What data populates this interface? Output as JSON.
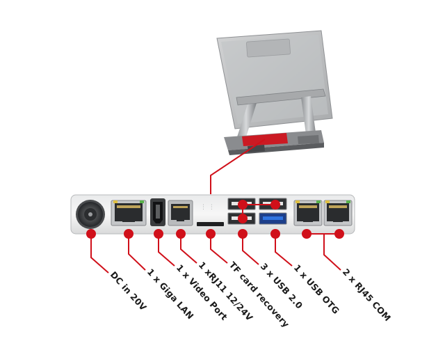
{
  "accent_color": "#d0101a",
  "labels": [
    {
      "key": "dc",
      "text": "DC in 20V"
    },
    {
      "key": "lan",
      "text": "1 x Giga LAN"
    },
    {
      "key": "video",
      "text": "1 x Video Port"
    },
    {
      "key": "rj11",
      "text": "1 xRJ11 12/24V"
    },
    {
      "key": "tf",
      "text": "TF card recovery"
    },
    {
      "key": "usb2",
      "text": "3 x USB 2.0"
    },
    {
      "key": "otg",
      "text": "1 x USB OTG"
    },
    {
      "key": "com",
      "text": "2 x RJ45 COM"
    }
  ],
  "icons": {
    "device": "pos-terminal-rear-icon",
    "dc": "dc-power-jack-icon",
    "lan": "ethernet-port-icon",
    "video": "hdmi-port-icon",
    "rj11": "rj11-port-icon",
    "tf": "sd-card-slot-icon",
    "usb": "usb-port-icon",
    "otg": "usb-otg-port-icon",
    "com": "rj45-com-port-icon"
  }
}
